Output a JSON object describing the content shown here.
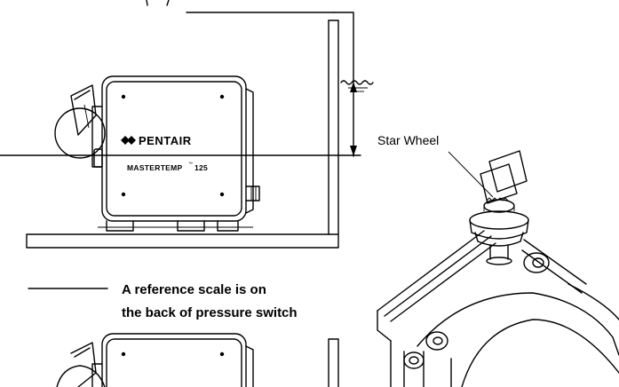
{
  "callouts": {
    "star_wheel": "Star Wheel",
    "reference_scale_line1": "A reference scale is on",
    "reference_scale_line2": "the back of pressure switch"
  },
  "heater_top": {
    "brand": "PENTAIR",
    "model": "MASTERTEMP",
    "model_number": "125"
  }
}
